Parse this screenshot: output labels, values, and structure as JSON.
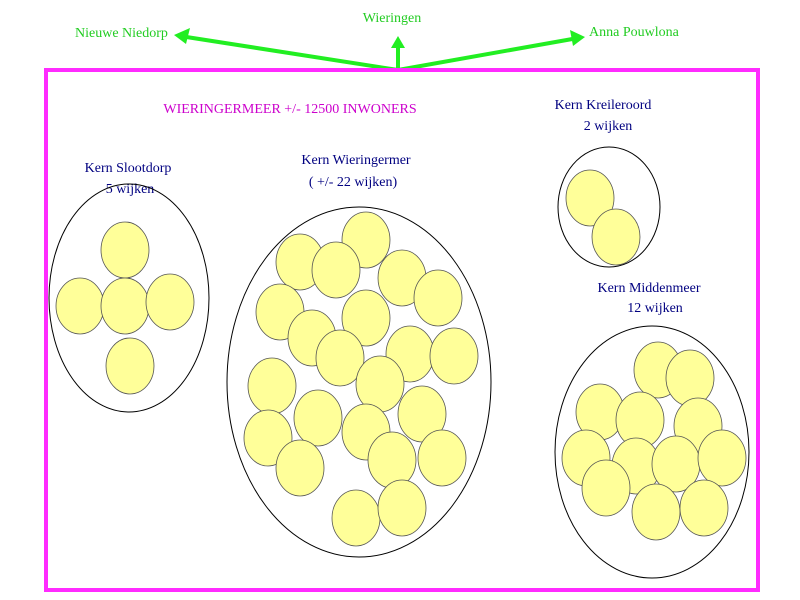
{
  "colors": {
    "frame": "#ff2bff",
    "arrows": "#22ee22",
    "destination_text": "#22cc22",
    "title_text": "#cc00cc",
    "label_text": "#000080",
    "wijk_fill": "#ffff99",
    "wijk_stroke": "#555555",
    "kern_stroke": "#000000"
  },
  "destinations": {
    "left": "Nieuwe Niedorp",
    "center": "Wieringen",
    "right": "Anna Pouwlona"
  },
  "title": "WIERINGERMEER +/- 12500 INWONERS",
  "kernen": [
    {
      "id": "slootdorp",
      "name": "Kern Slootdorp",
      "detail": "5 wijken",
      "wijken": 5
    },
    {
      "id": "wieringermeer",
      "name": "Kern Wieringermer",
      "detail": "( +/- 22 wijken)",
      "wijken": 22
    },
    {
      "id": "kreileroord",
      "name": "Kern Kreileroord",
      "detail": "2 wijken",
      "wijken": 2
    },
    {
      "id": "middenmeer",
      "name": "Kern Middenmeer",
      "detail": "12 wijken",
      "wijken": 12
    }
  ]
}
